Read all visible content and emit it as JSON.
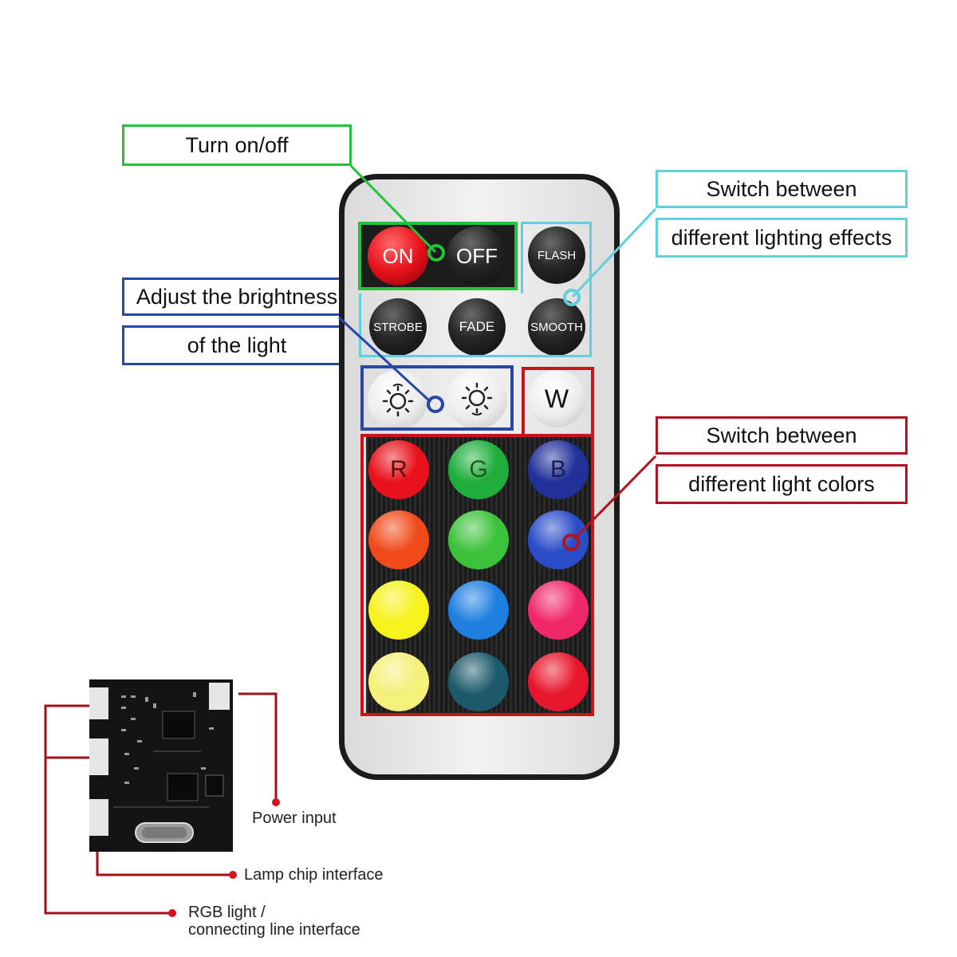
{
  "callouts": {
    "turn_on_off": "Turn on/off",
    "effects_line1": "Switch between",
    "effects_line2": "different lighting effects",
    "brightness_line1": "Adjust the brightness",
    "brightness_line2": "of the light",
    "colors_line1": "Switch between",
    "colors_line2": "different light colors"
  },
  "buttons": {
    "on": "ON",
    "off": "OFF",
    "flash": "FLASH",
    "strobe": "STROBE",
    "fade": "FADE",
    "smooth": "SMOOTH",
    "white": "W",
    "red": "R",
    "green": "G",
    "blue": "B"
  },
  "color_buttons": [
    "#e8121c",
    "#1fae3c",
    "#22309a",
    "#f04a1a",
    "#3cc23a",
    "#2a4cc8",
    "#f6f21c",
    "#1e7fe0",
    "#f0286a",
    "#f4f07a",
    "#1c5a6a",
    "#e8162c"
  ],
  "board": {
    "power_input": "Power input",
    "lamp_chip": "Lamp chip interface",
    "rgb_line1": "RGB light /",
    "rgb_line2": "connecting line interface"
  },
  "colors": {
    "green_frame": "#22c33a",
    "cyan_frame": "#5fd0dc",
    "blue_frame": "#2a47a8",
    "red_frame": "#b0141c"
  }
}
